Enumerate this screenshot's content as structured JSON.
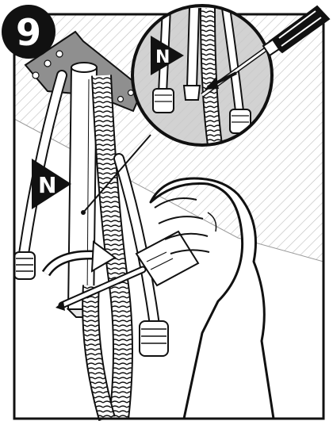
{
  "step": {
    "number": "9"
  },
  "labels": {
    "neutral_main": "N",
    "neutral_inset": "N"
  },
  "colors": {
    "ink": "#111111",
    "hatch": "#b8b8b8",
    "wall": "#f2f2f2",
    "bracket": "#8f8f8f",
    "inset_bg": "#d2d2d2",
    "white": "#ffffff"
  }
}
